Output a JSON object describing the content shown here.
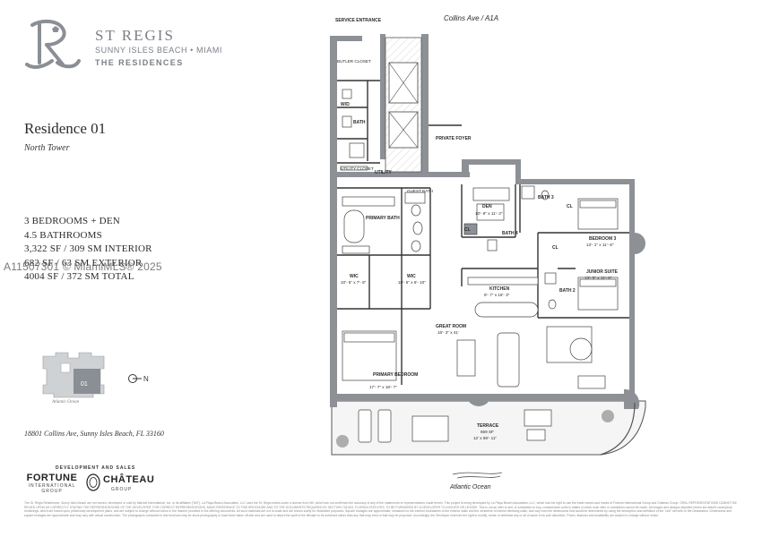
{
  "brand": {
    "name": "ST REGIS",
    "location": "SUNNY ISLES BEACH • MIAMI",
    "residences": "THE RESIDENCES"
  },
  "residence": {
    "title": "Residence 01",
    "tower": "North Tower"
  },
  "specs": [
    "3 BEDROOMS + DEN",
    "4.5 BATHROOMS",
    "3,322 SF / 309 SM INTERIOR",
    "682 SF / 63 SM EXTERIOR",
    "4004 SF / 372 SM TOTAL"
  ],
  "watermark": "A11507301 © MiamiMLS® 2025",
  "keyplan": {
    "unit": "01",
    "ocean_label": "Atlantic Ocean",
    "compass_letter": "N"
  },
  "address": "18801 Collins Ave, Sunny Isles Beach, FL 33160",
  "developers": {
    "label": "DEVELOPMENT AND SALES",
    "fortune": "FORTUNE",
    "fortune_sub": "INTERNATIONAL",
    "fortune_group": "GROUP",
    "chateau": "CHÂTEAU",
    "chateau_sub": "GROUP"
  },
  "plan": {
    "street": "Collins Ave / A1A",
    "ocean": "Atlantic Ocean",
    "rooms": {
      "service_entrance": "SERVICE ENTRANCE",
      "butler_closet": "BUTLER CLOSET",
      "wd": "W/D",
      "bath": "BATH",
      "utility_closet": "UTILITY CLOSET",
      "utility": "UTILITY",
      "private_foyer": "PRIVATE FOYER",
      "guest_bath": "GUEST BATH",
      "primary_bath": "PRIMARY BATH",
      "den": "DEN",
      "den_dim": "10'- 9\" x 11'- 3\"",
      "bath3": "BATH 3",
      "bath4": "BATH 4",
      "bedroom3": "BEDROOM 3",
      "bedroom3_dim": "13'- 1\" x 11'- 8\"",
      "cl": "CL",
      "wic": "WIC",
      "wic1_dim": "10'- 5\" x 7'- 8\"",
      "wic2_dim": "10'- 5\" x 6'- 10\"",
      "kitchen": "KITCHEN",
      "kitchen_dim": "9'- 7\" x 16'- 3\"",
      "junior_suite": "JUNIOR SUITE",
      "junior_suite_dim": "13'- 5\" x 11'- 8\"",
      "bath2": "BATH 2",
      "great_room": "GREAT ROOM",
      "great_room_dim": "16'- 3\" x 41'",
      "primary_bedroom": "PRIMARY BEDROOM",
      "primary_bedroom_dim": "17'- 7\" x 18'- 7\"",
      "terrace": "TERRACE",
      "terrace_area": "669 SF",
      "terrace_dim": "12' x 59'- 11\""
    }
  },
  "disclaimer": "The St. Regis Residences, Sunny Isles Beach are not owned, developed or sold by Marriott International, Inc. or its affiliates (\"MII\"). La Playa Beach Associates, LLC uses the St. Regis marks under a license from MII, which has not confirmed the accuracy of any of the statements or representations made herein. This project is being developed by La Playa Beach Associates, LLC, which has the right to use the trade names and marks of Fortune International Group and Château Group. ORAL REPRESENTATIONS CANNOT BE RELIED UPON AS CORRECTLY STATING THE REPRESENTATIONS OF THE DEVELOPER. FOR CORRECT REPRESENTATIONS, MAKE REFERENCE TO THIS BROCHURE AND TO THE DOCUMENTS REQUIRED BY SECTION 718.503, FLORIDA STATUTES, TO BE FURNISHED BY A DEVELOPER TO A BUYER OR LESSEE. This is not an offer to sell, or solicitation to buy, condominium units in states in which such offer or solicitation cannot be made. All images and designs depicted herein are artist's conceptual renderings, which are based upon preliminary development plans, and are subject to change without notice in the manner provided in the offering documents. All such materials are not to scale and are shown solely for illustrative purposes. Square footages are approximate, measured to the exterior boundaries of the exterior walls and the centerline of interior demising walls, and vary from the dimensions that would be determined by using the description and definition of the \"unit\" set forth in the Declaration. Dimensions and square footages are approximate and may vary with actual construction. The photographs contained in this brochure may be stock photography or have been taken off-site and are used to depict the spirit of the lifestyle to be achieved rather than any that may exist or that may be proposed. Accordingly, the Developer reserves the right to modify, revise or withdraw any or all of same in its sole discretion. Prices, features and availability are subject to change without notice."
}
